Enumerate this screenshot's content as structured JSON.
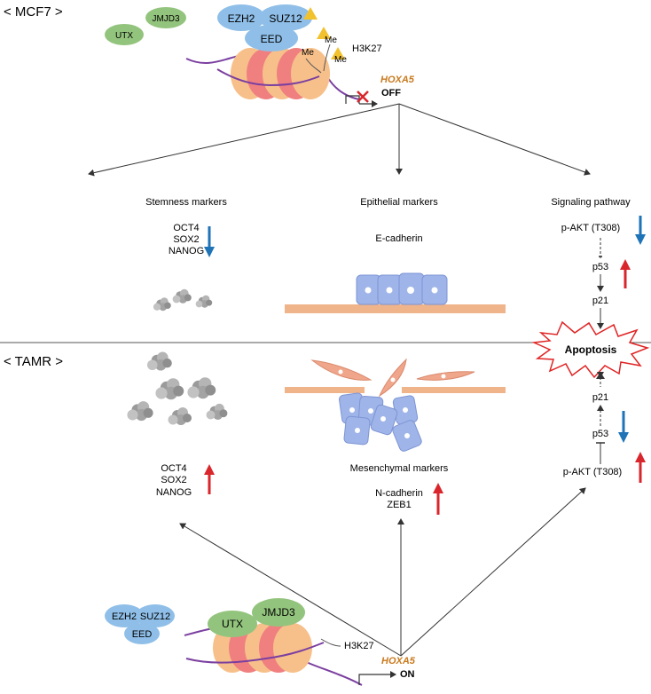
{
  "sections": {
    "top": "< MCF7 >",
    "bottom": "< TAMR >"
  },
  "top_complex": {
    "utx": "UTX",
    "jmjd3": "JMJD3",
    "ezh2": "EZH2",
    "suz12": "SUZ12",
    "eed": "EED",
    "me": "Me",
    "h3k27": "H3K27",
    "gene": "HOXA5",
    "state": "OFF"
  },
  "bottom_complex": {
    "ezh2": "EZH2",
    "suz12": "SUZ12",
    "eed": "EED",
    "utx": "UTX",
    "jmjd3": "JMJD3",
    "h3k27": "H3K27",
    "gene": "HOXA5",
    "state": "ON"
  },
  "branches": {
    "stemness": "Stemness markers",
    "epithelial": "Epithelial markers",
    "signaling": "Signaling pathway",
    "mesenchymal": "Mesenchymal markers"
  },
  "markers": {
    "oct4": "OCT4",
    "sox2": "SOX2",
    "nanog": "NANOG",
    "ecadherin": "E-cadherin",
    "ncadherin": "N-cadherin",
    "zeb1": "ZEB1",
    "pakt": "p-AKT (T308)",
    "p53": "p53",
    "p21": "p21",
    "apoptosis": "Apoptosis"
  },
  "colors": {
    "blue_protein": "#8fbfe8",
    "green_protein": "#93c47d",
    "nucleosome_orange": "#f7c08a",
    "nucleosome_pink": "#f08080",
    "dna": "#7b3fa0",
    "arrow_up": "#d9262c",
    "arrow_down": "#1f73b7",
    "gene_label": "#c97a1e",
    "bar": "#f0b48a",
    "cell_blue": "#9fb4e8"
  }
}
